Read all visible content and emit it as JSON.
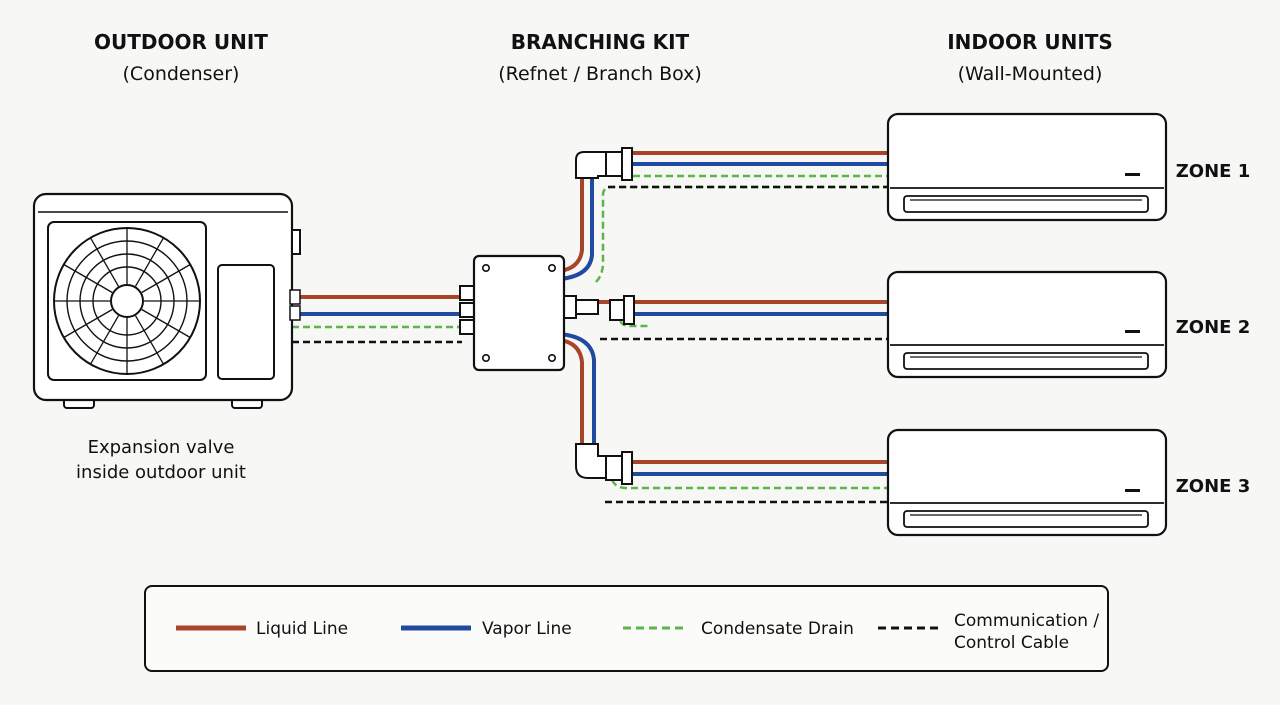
{
  "headers": {
    "outdoor": {
      "title": "OUTDOOR UNIT",
      "subtitle": "(Condenser)"
    },
    "branch": {
      "title": "BRANCHING KIT",
      "subtitle": "(Refnet / Branch Box)"
    },
    "indoor": {
      "title": "INDOOR UNITS",
      "subtitle": "(Wall-Mounted)"
    }
  },
  "outdoor_note": {
    "line1": "Expansion valve",
    "line2": "inside outdoor unit"
  },
  "zones": [
    "ZONE 1",
    "ZONE 2",
    "ZONE 3"
  ],
  "legend": {
    "liquid": "Liquid Line",
    "vapor": "Vapor Line",
    "drain": "Condensate Drain",
    "comm_line1": "Communication /",
    "comm_line2": "Control Cable"
  },
  "colors": {
    "liquid": "#a8442a",
    "vapor": "#1f4aa0",
    "drain": "#5bb548",
    "comm": "#111111"
  }
}
